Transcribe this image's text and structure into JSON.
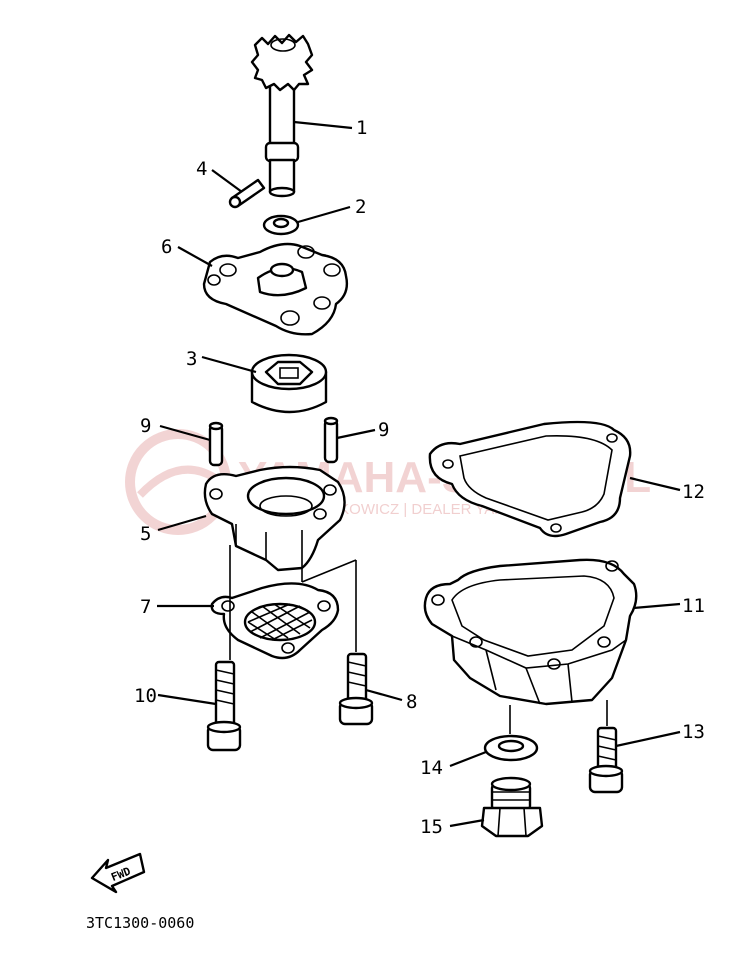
{
  "diagram": {
    "parts": [
      {
        "label": "1"
      },
      {
        "label": "2"
      },
      {
        "label": "3"
      },
      {
        "label": "4"
      },
      {
        "label": "5"
      },
      {
        "label": "6"
      },
      {
        "label": "7"
      },
      {
        "label": "8"
      },
      {
        "label": "9"
      },
      {
        "label": "9"
      },
      {
        "label": "10"
      },
      {
        "label": "11"
      },
      {
        "label": "12"
      },
      {
        "label": "13"
      },
      {
        "label": "14"
      },
      {
        "label": "15"
      }
    ],
    "fwd_label": "FWD",
    "code": "3TC1300-0060"
  },
  "watermark": {
    "title": "YAMAHA-SKLEP.PL",
    "subtitle": "WIĘCKOWICZ | DEALER YAMAHA",
    "color": "#e8b0b0"
  }
}
